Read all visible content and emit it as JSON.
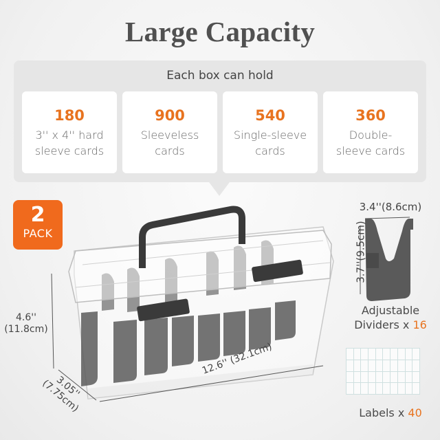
{
  "title": "Large Capacity",
  "capacity": {
    "heading": "Each box can hold",
    "items": [
      {
        "count": "180",
        "description": "3'' x 4'' hard\nsleeve cards"
      },
      {
        "count": "900",
        "description": "Sleeveless\ncards"
      },
      {
        "count": "540",
        "description": "Single-sleeve\ncards"
      },
      {
        "count": "360",
        "description": "Double-\nsleeve cards"
      }
    ]
  },
  "badge": {
    "quantity": "2",
    "unit": "PACK"
  },
  "box_dimensions": {
    "height": "4.6''\n(11.8cm)",
    "depth": "3.05''\n(7.75cm)",
    "length": "12.6'' (32.1cm)"
  },
  "divider": {
    "width": "3.4''(8.6cm)",
    "height": "3.7''(9.5cm)",
    "caption_line1": "Adjustable",
    "caption_line2": "Dividers x ",
    "count": "16"
  },
  "labels": {
    "caption": "Labels x ",
    "count": "40",
    "grid_columns": 10,
    "grid_rows": 4
  },
  "colors": {
    "accent": "#e8731f",
    "badge": "#f06a1d",
    "panel": "#e6e6e6",
    "divider_gray": "#5a5a5a",
    "handle": "#3a3a3a"
  }
}
